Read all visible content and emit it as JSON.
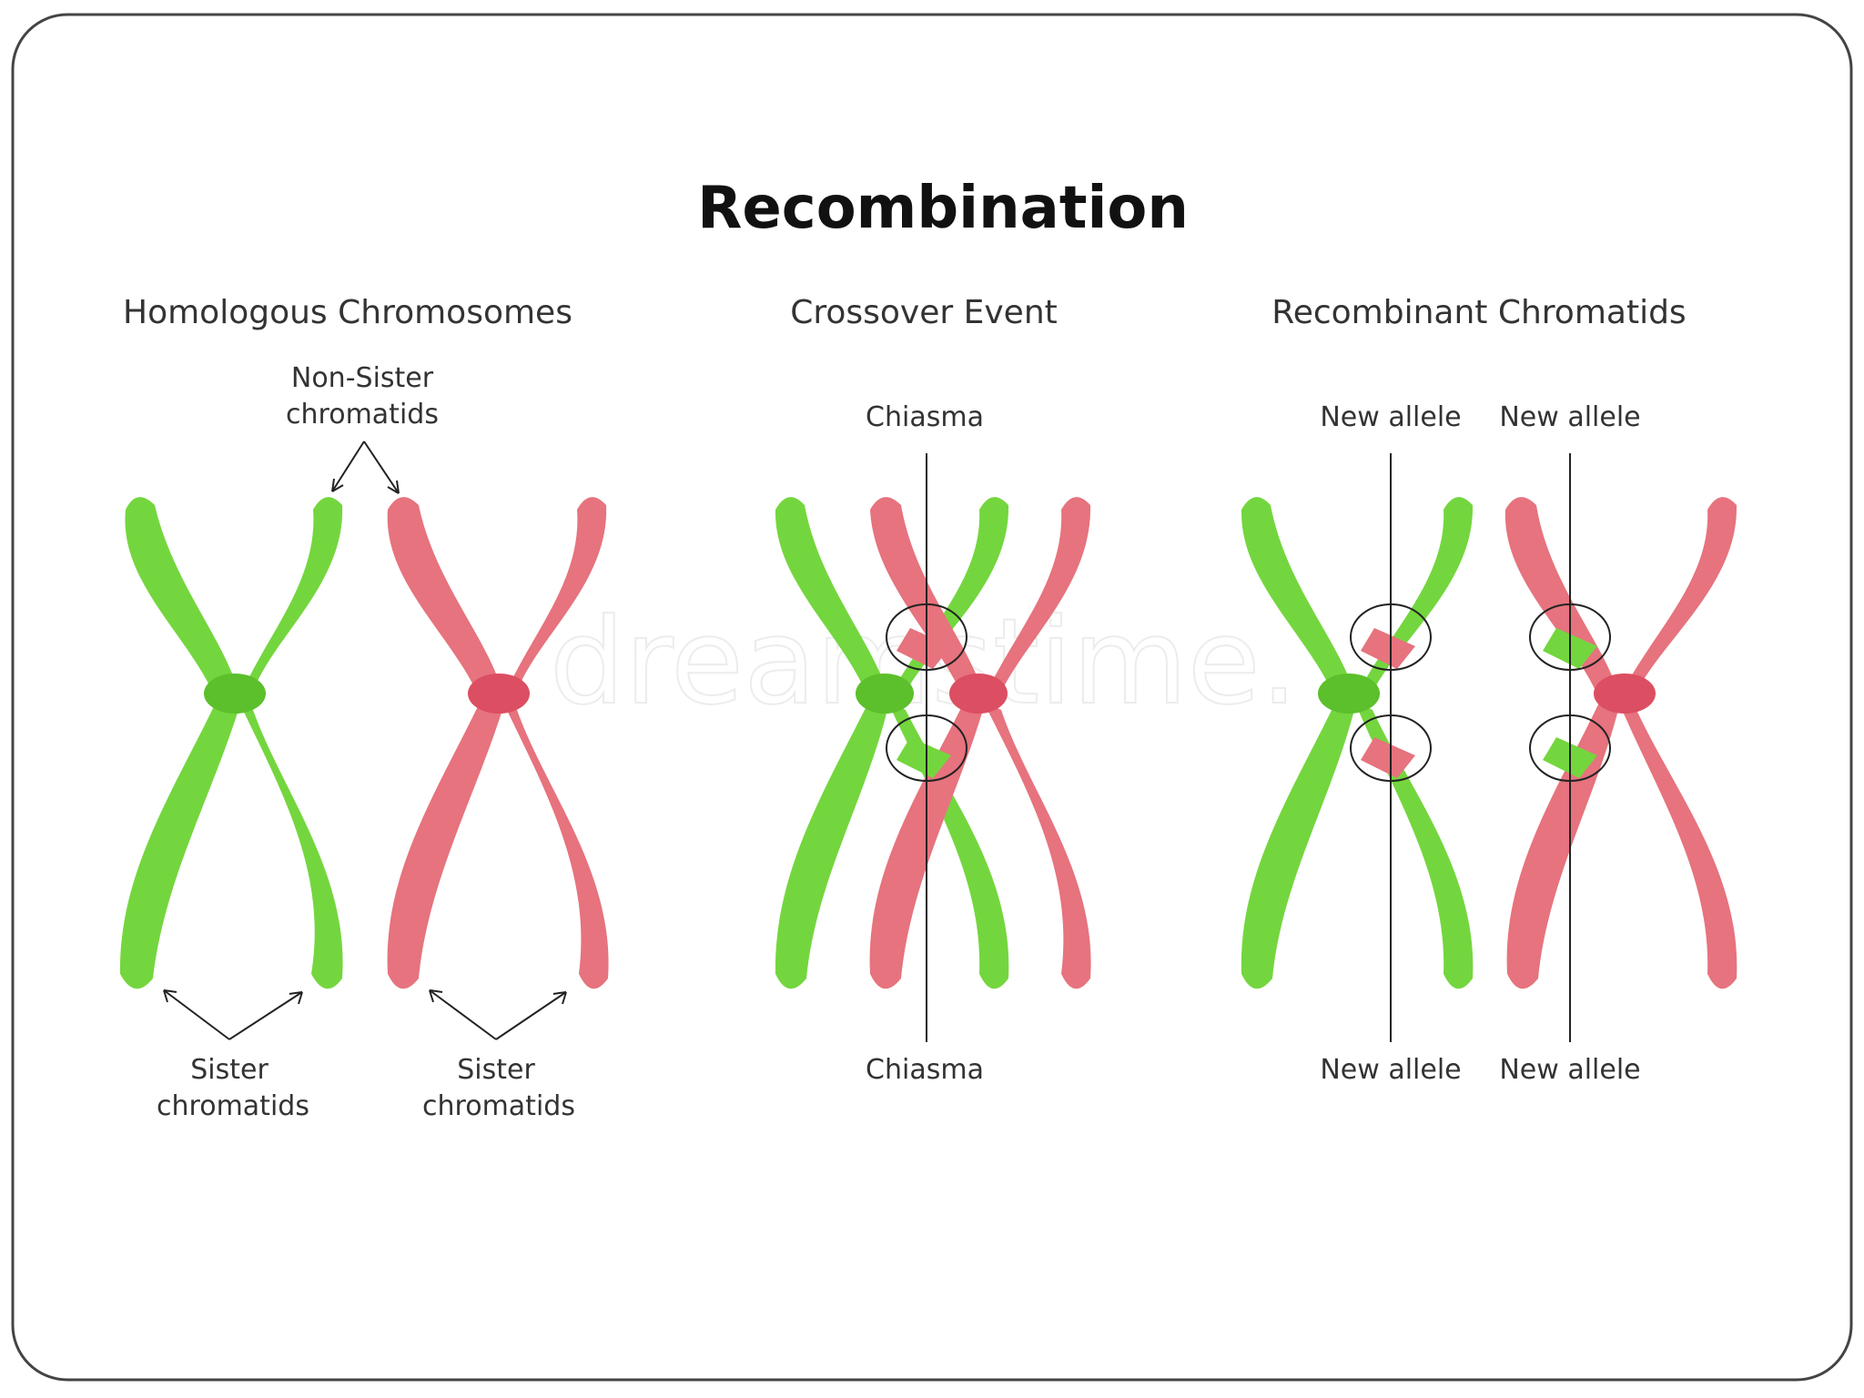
{
  "title": "Recombination",
  "sections": {
    "homologous": "Homologous Chromosomes",
    "crossover": "Crossover Event",
    "recombinant": "Recombinant Chromatids"
  },
  "labels": {
    "non_sister_line1": "Non-Sister",
    "non_sister_line2": "chromatids",
    "sister_line1": "Sister",
    "sister_line2": "chromatids",
    "chiasma": "Chiasma",
    "new_allele": "New allele"
  },
  "watermark": "dreamstime.",
  "colors": {
    "green": "#74d63e",
    "green_dark": "#5cbf2c",
    "pink": "#e6737e",
    "pink_dark": "#dc4e62",
    "frame": "#444444"
  }
}
